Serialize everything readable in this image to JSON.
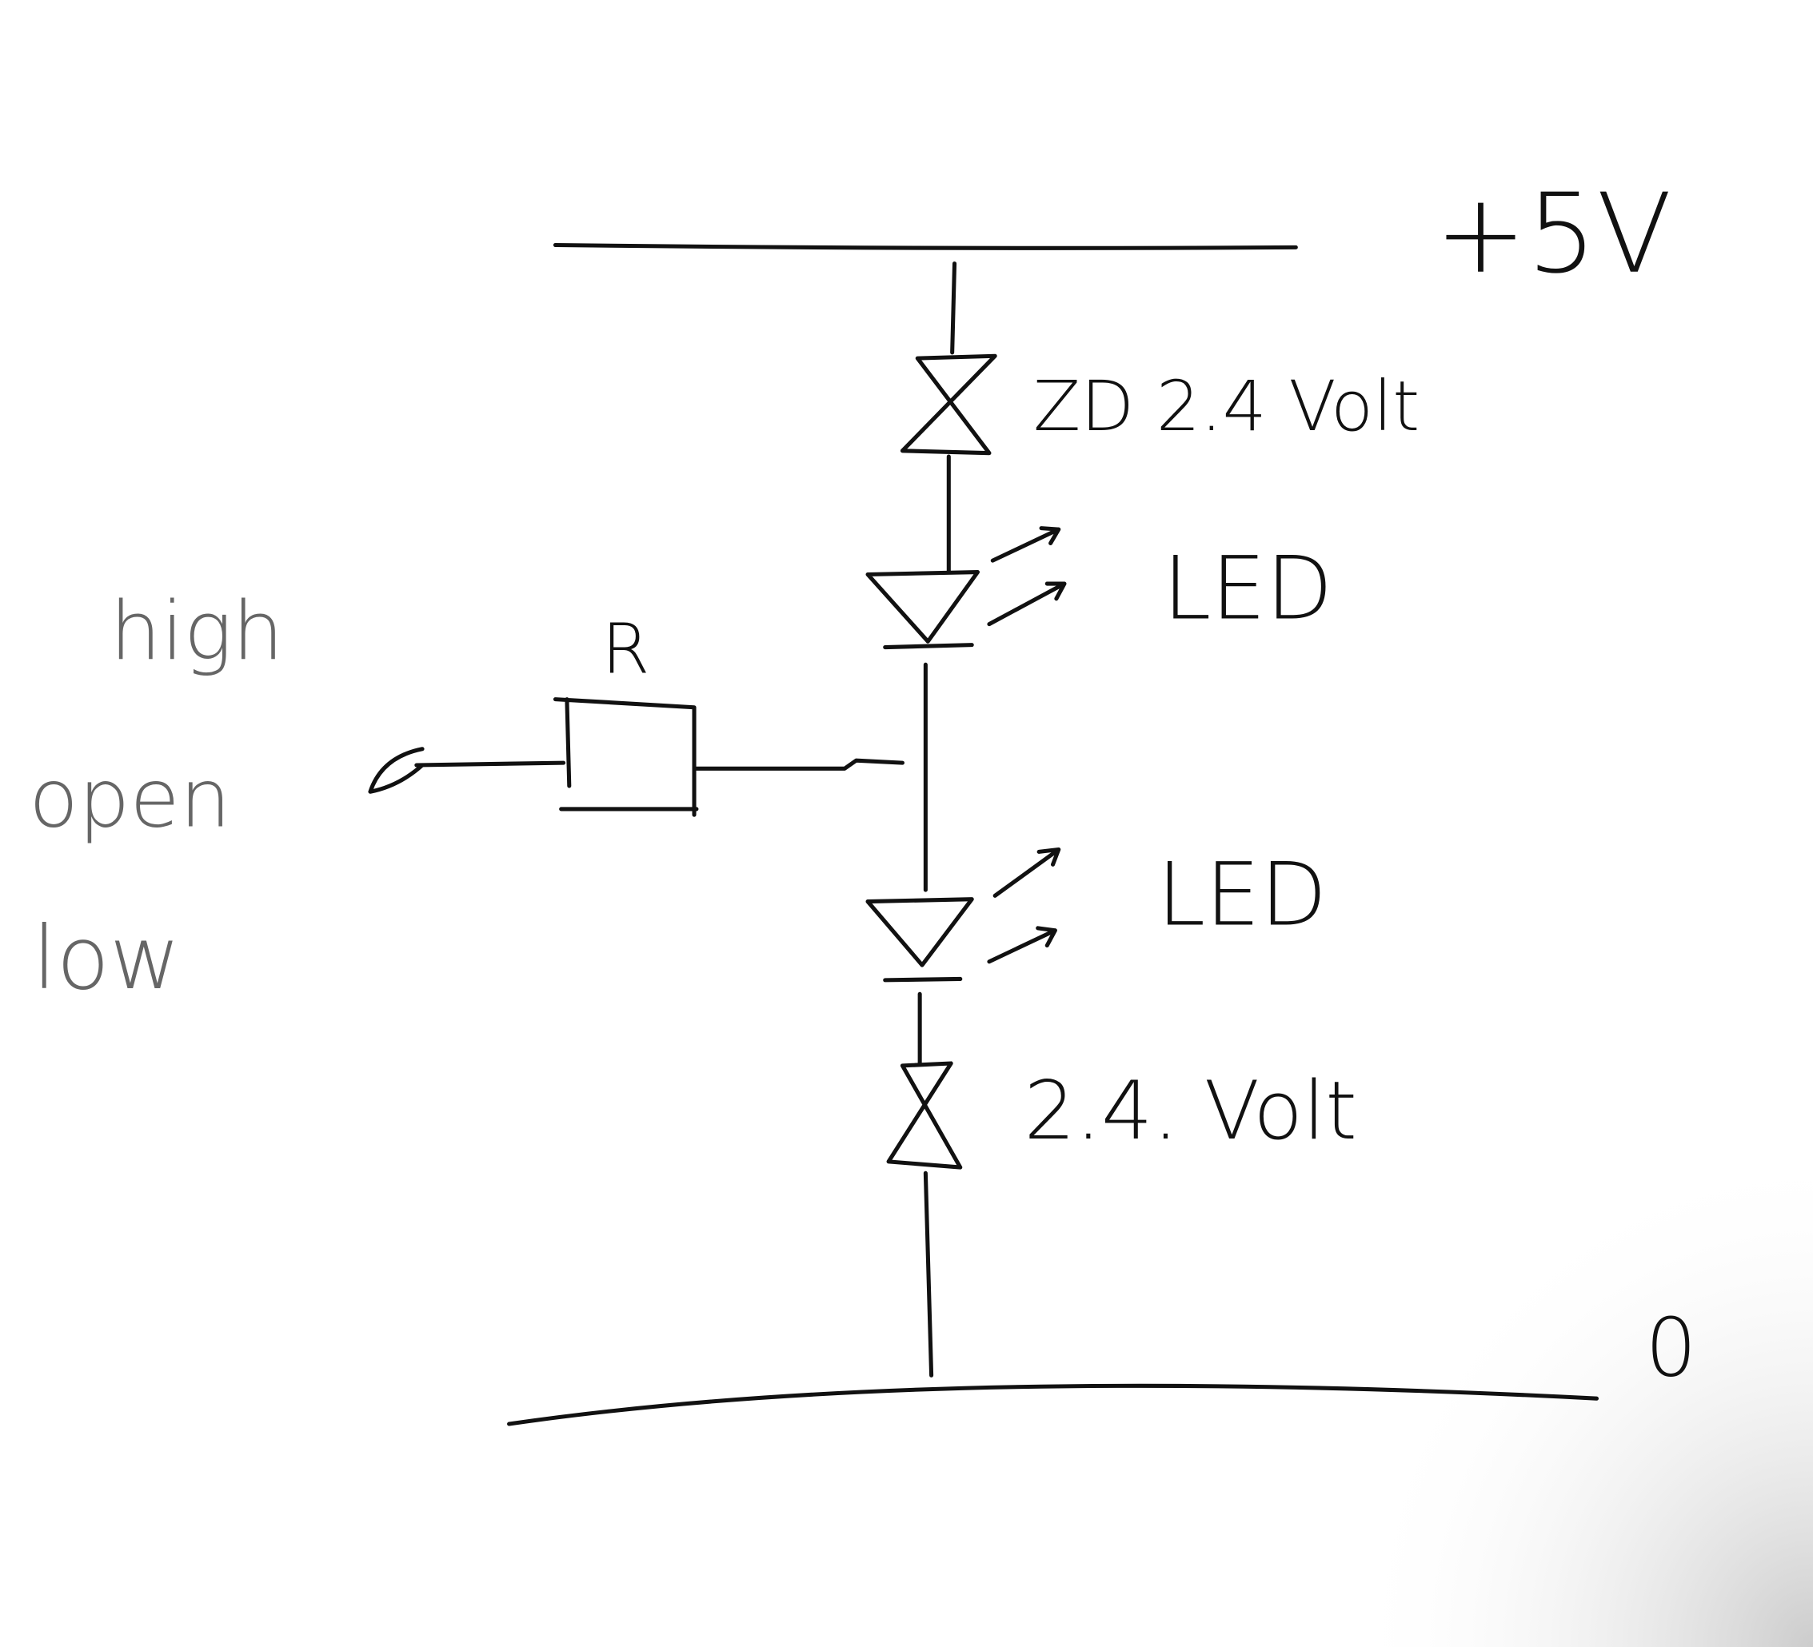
{
  "labels": {
    "supply": "+5V",
    "ground": "0",
    "zener_top": "ZD 2.4 Volt",
    "led_top": "LED",
    "led_bottom": "LED",
    "zener_bottom": "2.4. Volt",
    "resistor": "R",
    "state_high": "high",
    "state_open": "open",
    "state_low": "low"
  },
  "colors": {
    "ink": "#111111",
    "paper": "#ffffff"
  }
}
